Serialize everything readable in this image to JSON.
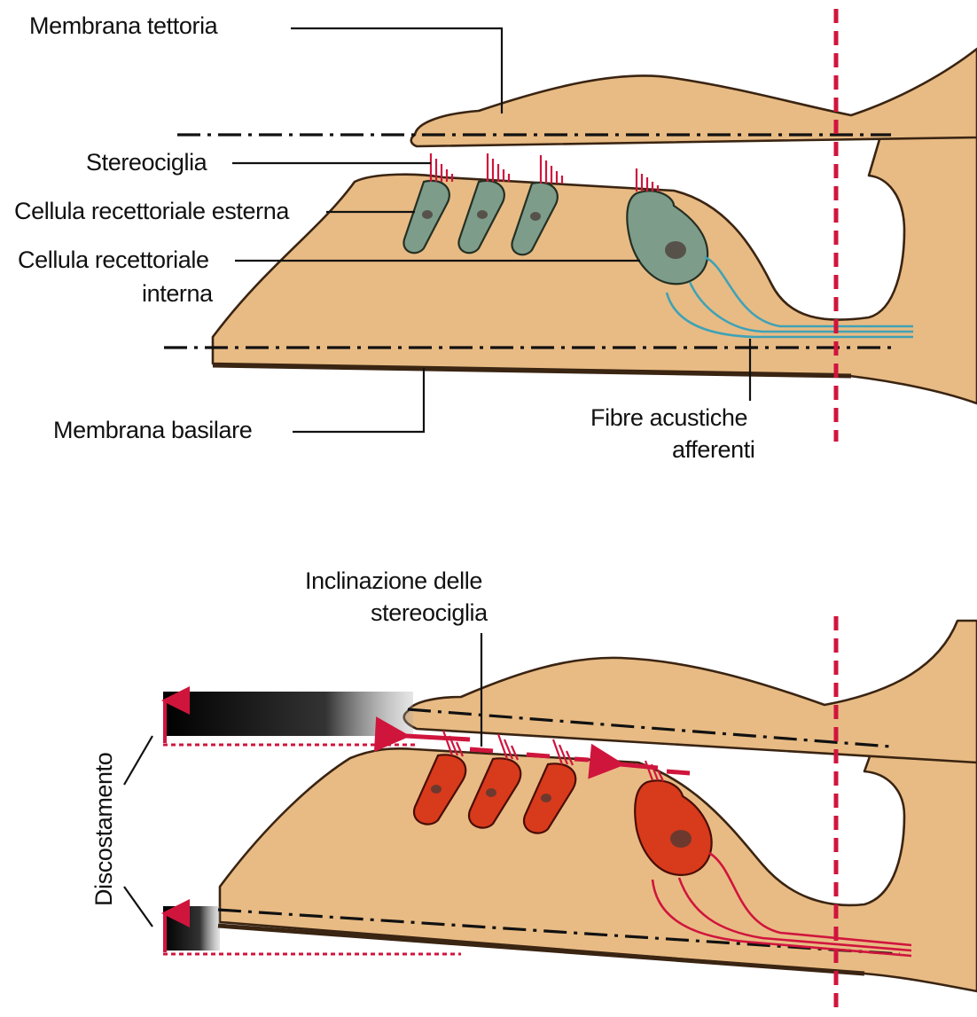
{
  "labels": {
    "membrana_tettoria": "Membrana tettoria",
    "stereociglia": "Stereociglia",
    "cellula_esterna": "Cellula recettoriale esterna",
    "cellula_interna_1": "Cellula recettoriale",
    "cellula_interna_2": "interna",
    "membrana_basilare": "Membrana basilare",
    "fibre_1": "Fibre acustiche",
    "fibre_2": "afferenti",
    "inclinazione_1": "Inclinazione delle",
    "inclinazione_2": "stereociglia",
    "discostamento": "Discostamento"
  },
  "colors": {
    "tissue": "#e8bb84",
    "outline": "#3a2412",
    "cell_rest": "#7e9c8a",
    "cell_active": "#d83a1c",
    "cilia": "#d0153d",
    "fiber_rest": "#3fa2b6",
    "fiber_active": "#d0153d",
    "axis_line": "#d0153d"
  },
  "panels": [
    "rest",
    "deflected"
  ]
}
